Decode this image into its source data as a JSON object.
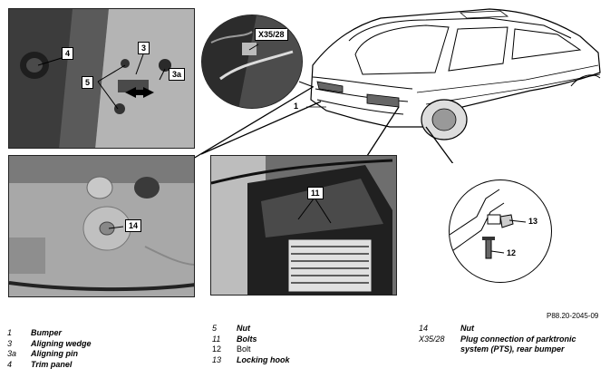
{
  "figure": {
    "code": "P88.20-2045-09",
    "callouts": {
      "c4": "4",
      "c3": "3",
      "c3a": "3a",
      "c5": "5",
      "c14": "14",
      "c11": "11",
      "c13": "13",
      "c12": "12",
      "cX": "X35/28",
      "c1": "1"
    }
  },
  "legend": {
    "col1": [
      {
        "num": "1",
        "text": "Bumper"
      },
      {
        "num": "3",
        "text": "Aligning wedge"
      },
      {
        "num": "3a",
        "text": "Aligning pin"
      },
      {
        "num": "4",
        "text": "Trim panel"
      }
    ],
    "col2": [
      {
        "num": "5",
        "text": "Nut"
      },
      {
        "num": "11",
        "text": "Bolts"
      },
      {
        "num": "12",
        "text": "Bolt"
      },
      {
        "num": "13",
        "text": "Locking hook"
      }
    ],
    "col3": [
      {
        "num": "14",
        "text": "Nut"
      },
      {
        "num": "X35/28",
        "text": "Plug connection of parktronic"
      },
      {
        "num": "",
        "text": "system (PTS), rear bumper"
      }
    ]
  }
}
